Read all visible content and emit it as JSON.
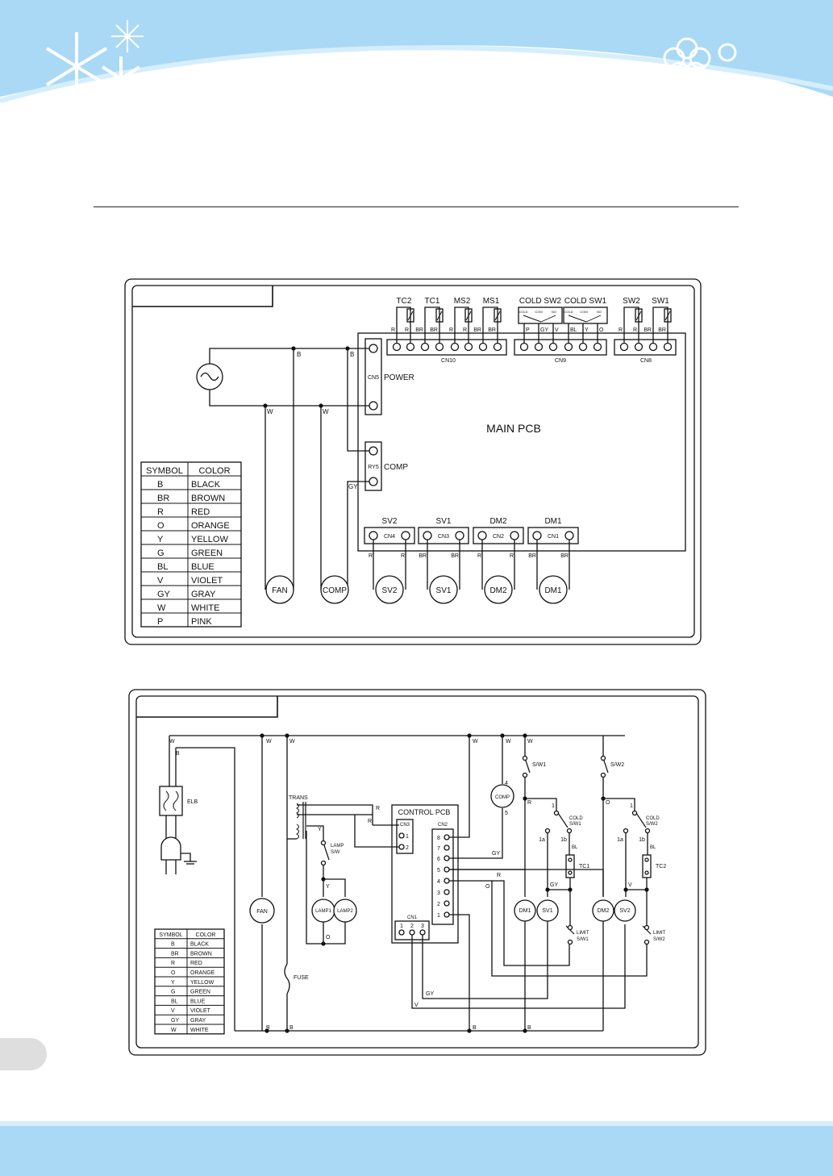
{
  "diagram1": {
    "main_label": "MAIN PCB",
    "power_label": "POWER",
    "comp_label": "COMP",
    "cn5": "CN5",
    "ry5": "RY5",
    "top_parts": [
      "TC2",
      "TC1",
      "MS2",
      "MS1",
      "COLD SW2",
      "COLD SW1",
      "SW2",
      "SW1"
    ],
    "cold_sub": [
      "COLD",
      "COM",
      "NO"
    ],
    "cn_labels": [
      "CN10",
      "CN9",
      "CN8"
    ],
    "cn10_wires": [
      "R",
      "R",
      "BR",
      "BR",
      "R",
      "R",
      "BR",
      "BR"
    ],
    "cn9_wires": [
      "P",
      "GY",
      "V",
      "BL",
      "Y",
      "O"
    ],
    "cn8_wires": [
      "R",
      "R",
      "BR",
      "BR"
    ],
    "bottom_parts": [
      "SV2",
      "SV1",
      "DM2",
      "DM1"
    ],
    "bottom_cn": [
      "CN4",
      "CN3",
      "CN2",
      "CN1"
    ],
    "bottom_wires": [
      "R",
      "R",
      "BR",
      "BR",
      "R",
      "R",
      "BR",
      "BR"
    ],
    "loads": [
      "FAN",
      "COMP",
      "SV2",
      "SV1",
      "DM2",
      "DM1"
    ],
    "wire_b": "B",
    "wire_w": "W",
    "wire_gy": "GY",
    "legend_header": [
      "SYMBOL",
      "COLOR"
    ],
    "legend": [
      [
        "B",
        "BLACK"
      ],
      [
        "BR",
        "BROWN"
      ],
      [
        "R",
        "RED"
      ],
      [
        "O",
        "ORANGE"
      ],
      [
        "Y",
        "YELLOW"
      ],
      [
        "G",
        "GREEN"
      ],
      [
        "BL",
        "BLUE"
      ],
      [
        "V",
        "VIOLET"
      ],
      [
        "GY",
        "GRAY"
      ],
      [
        "W",
        "WHITE"
      ],
      [
        "P",
        "PINK"
      ]
    ]
  },
  "diagram2": {
    "elb": "ELB",
    "trans": "TRANS",
    "control_pcb": "CONTROL PCB",
    "cn3": "CN3",
    "cn3_pins": [
      "1",
      "2"
    ],
    "cn2": "CN2",
    "cn2_pins": [
      "8",
      "7",
      "6",
      "5",
      "4",
      "3",
      "2",
      "1"
    ],
    "cn1": "CN1",
    "cn1_pins": [
      "1",
      "2",
      "3"
    ],
    "comp": "COMP",
    "comp_pins": [
      "4",
      "5"
    ],
    "lamp_sw": [
      "LAMP",
      "S/W"
    ],
    "lamps": [
      "LAMP1",
      "LAMP2"
    ],
    "fan": "FAN",
    "fuse": "FUSE",
    "sw1": "S/W1",
    "sw2": "S/W2",
    "cold_sw1": [
      "COLD",
      "S/W1"
    ],
    "cold_sw2": [
      "COLD",
      "S/W2"
    ],
    "contacts": [
      "1",
      "1a",
      "1b"
    ],
    "tc1": "TC1",
    "tc2": "TC2",
    "limit_sw1": [
      "LIMIT",
      "S/W1"
    ],
    "limit_sw2": [
      "LIMIT",
      "S/W2"
    ],
    "loads": [
      "DM1",
      "SV1",
      "DM2",
      "SV2"
    ],
    "wires": {
      "w": "W",
      "b": "B",
      "r": "R",
      "y": "Y",
      "o": "O",
      "gy": "GY",
      "v": "V",
      "bl": "BL"
    },
    "legend_header": [
      "SYMBOL",
      "COLOR"
    ],
    "legend": [
      [
        "B",
        "BLACK"
      ],
      [
        "BR",
        "BROWN"
      ],
      [
        "R",
        "RED"
      ],
      [
        "O",
        "ORANGE"
      ],
      [
        "Y",
        "YELLOW"
      ],
      [
        "G",
        "GREEN"
      ],
      [
        "BL",
        "BLUE"
      ],
      [
        "V",
        "VIOLET"
      ],
      [
        "GY",
        "GRAY"
      ],
      [
        "W",
        "WHITE"
      ]
    ]
  },
  "colors": {
    "header_blue": "#a9d9f5",
    "footer_blue": "#a9d9f5",
    "tab_gray": "#dedede"
  }
}
